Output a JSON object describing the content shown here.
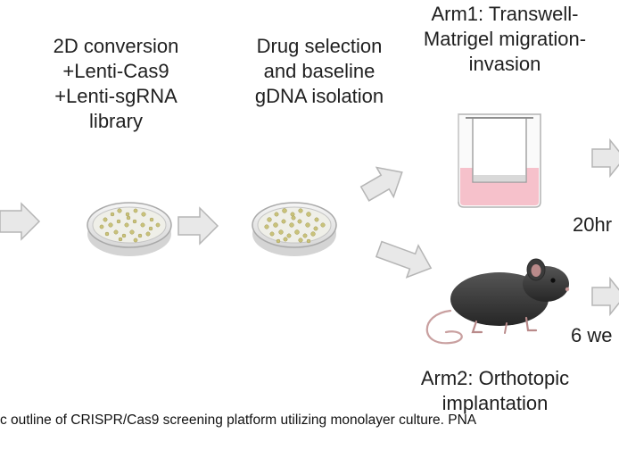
{
  "steps": {
    "conversion": [
      "2D conversion",
      "+Lenti-Cas9",
      "+Lenti-sgRNA",
      "library"
    ],
    "selection": [
      "Drug selection",
      "and baseline",
      "gDNA isolation"
    ]
  },
  "arms": {
    "arm1": [
      "Arm1: Transwell-",
      "Matrigel migration-",
      "invasion"
    ],
    "arm1_time": "20hr",
    "arm2": [
      "Arm2: Orthotopic",
      "implantation"
    ],
    "arm2_time": "6 we"
  },
  "icons": [
    "arrow-right-icon",
    "petri-dish-icon",
    "transwell-insert-icon",
    "mouse-icon"
  ],
  "colors": {
    "arrow": "#e6e6e6",
    "dish_cells": "#c9c27a",
    "matrigel": "#f4b6c2",
    "mouse": "#3a3a3a"
  },
  "caption": "c outline of CRISPR/Cas9 screening platform utilizing monolayer culture. PNA"
}
